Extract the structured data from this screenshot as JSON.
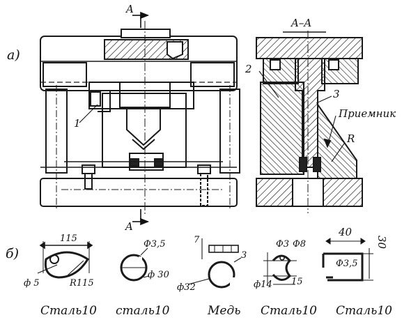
{
  "labels": {
    "fig_a": "a)",
    "fig_b": "б)",
    "section_top": "A",
    "section_bottom": "A",
    "section_view": "A–A",
    "callout_1": "1",
    "callout_2": "2",
    "callout_3": "3",
    "receiver": "Приемник",
    "radius": "R"
  },
  "parts": [
    {
      "material": "Сталь10",
      "dims": [
        "115",
        "ф 5",
        "R115"
      ]
    },
    {
      "material": "сталь10",
      "dims": [
        "Ф3,5",
        "ф 30"
      ]
    },
    {
      "material": "Медь",
      "dims": [
        "7",
        "3",
        "ф32"
      ]
    },
    {
      "material": "Сталь10",
      "dims": [
        "Ф3",
        "Ф8",
        "ф14",
        "15"
      ]
    },
    {
      "material": "Сталь10",
      "dims": [
        "40",
        "30",
        "Ф3,5"
      ]
    }
  ]
}
